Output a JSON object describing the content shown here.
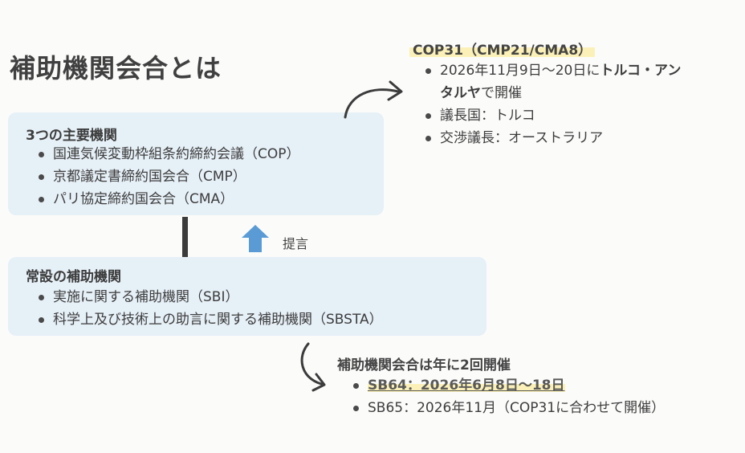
{
  "page": {
    "title": "補助機関会合とは"
  },
  "main_bodies": {
    "heading": "3つの主要機関",
    "items": [
      "国連気候変動枠組条約締約会議（COP）",
      "京都議定書締約国会合（CMP）",
      "パリ協定締約国会合（CMA）"
    ]
  },
  "subsidiary_bodies": {
    "heading": "常設の補助機関",
    "items": [
      "実施に関する補助機関（SBI）",
      "科学上及び技術上の助言に関する補助機関（SBSTA）"
    ]
  },
  "proposal_label": "提言",
  "cop31": {
    "title": "COP31（CMP21/CMA8）",
    "date_prefix": "2026年11月9日～20日に",
    "date_place_bold": "トルコ・アン",
    "date_place_bold_2": "タルヤ",
    "date_suffix": "で開催",
    "president": "議長国：トルコ",
    "negotiation_chair": "交渉議長：オーストラリア"
  },
  "sb_meetings": {
    "heading": "補助機関会合は年に2回開催",
    "sb64": "SB64：2026年6月8日～18日",
    "sb65": "SB65：2026年11月（COP31に合わせて開催）"
  },
  "colors": {
    "box_bg": "#e6f0f7",
    "highlight": "#fbf1b8",
    "arrow_blue": "#5b9bd5",
    "text": "#3d3d3d"
  }
}
